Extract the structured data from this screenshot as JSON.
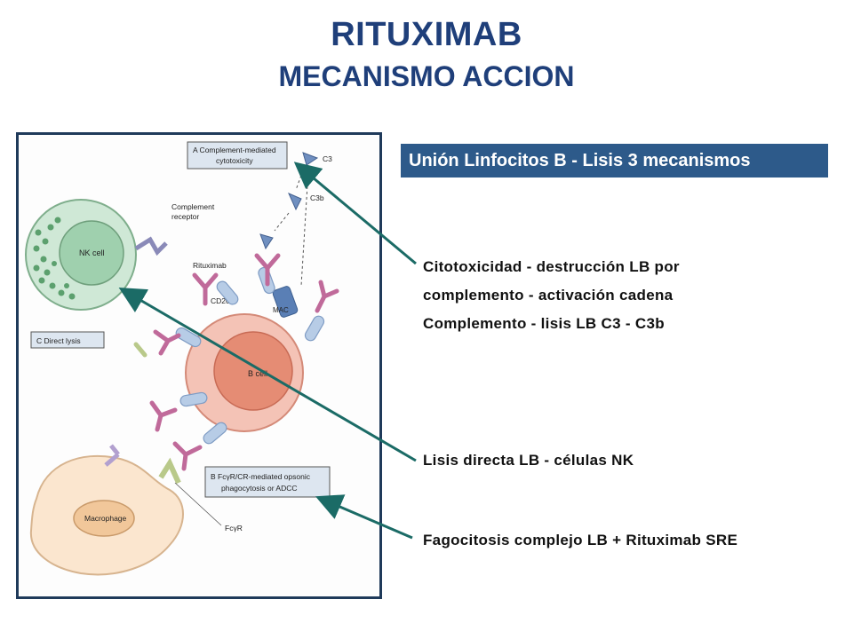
{
  "title": "RITUXIMAB",
  "subtitle": "MECANISMO ACCION",
  "header": "Unión Linfocitos B - Lisis 3 mecanismos",
  "mechanisms": [
    {
      "lines": [
        "Citotoxicidad - destrucción LB por",
        "complemento - activación cadena",
        "Complemento - lisis LB C3 - C3b"
      ]
    },
    {
      "lines": [
        "Lisis directa LB - células NK"
      ]
    },
    {
      "lines": [
        "Fagocitosis complejo LB + Rituximab SRE"
      ]
    }
  ],
  "figure": {
    "box_a_line1": "A Complement-mediated",
    "box_a_line2": "cytotoxicity",
    "c3": "C3",
    "c3b": "C3b",
    "complement_receptor_1": "Complement",
    "complement_receptor_2": "receptor",
    "nk_cell": "NK cell",
    "rituximab": "Rituximab",
    "cd20": "CD20",
    "mac": "MAC",
    "box_c": "C Direct lysis",
    "b_cell": "B cell",
    "box_b_line1": "B FcγR/CR-mediated opsonic",
    "box_b_line2": "phagocytosis or ADCC",
    "macrophage": "Macrophage",
    "fcgr": "FcγR"
  },
  "colors": {
    "title": "#1f3f7a",
    "header_bg": "#2d5a8a",
    "arrow": "#1b6b66",
    "nk_cell": "#b9dcc4",
    "b_cell": "#e89a86",
    "macrophage": "#f7dcbf"
  }
}
